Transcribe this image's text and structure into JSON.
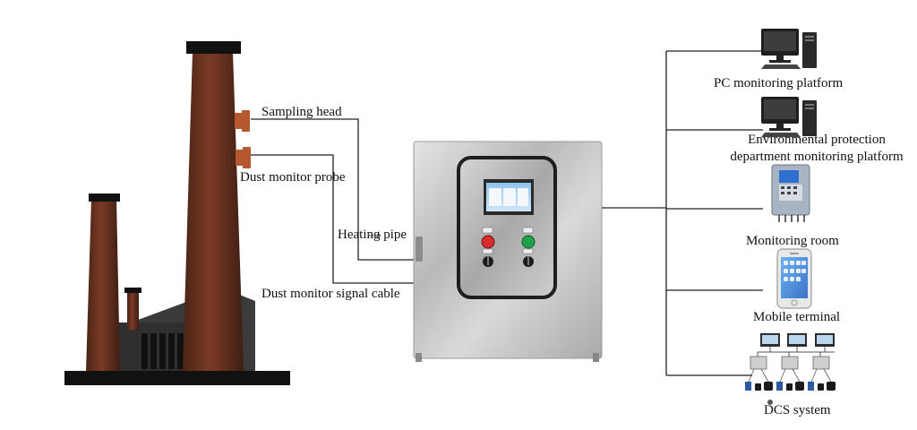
{
  "labels": {
    "sampling_head": "Sampling head",
    "dust_monitor_probe": "Dust monitor probe",
    "heating_pipe": "Heating pipe",
    "signal_cable": "Dust monitor signal cable"
  },
  "outputs": {
    "pc_platform": "PC monitoring platform",
    "env_platform_line1": "Environmental protection",
    "env_platform_line2": "department monitoring platform",
    "monitoring_room": "Monitoring room",
    "mobile_terminal": "Mobile terminal",
    "dcs_system": "DCS system"
  },
  "colors": {
    "chimney": "#6e3420",
    "chimney_dark": "#3a1c12",
    "base": "#111111",
    "factory": "#3b3b3b",
    "probe": "#b5582f",
    "cabinet": "#c9c9c9",
    "start_button": "#d62e2e",
    "stop_button": "#22a14a",
    "line": "#222222"
  },
  "icons": [
    "computer-icon",
    "wall-panel-icon",
    "smartphone-icon",
    "dcs-network-icon"
  ]
}
